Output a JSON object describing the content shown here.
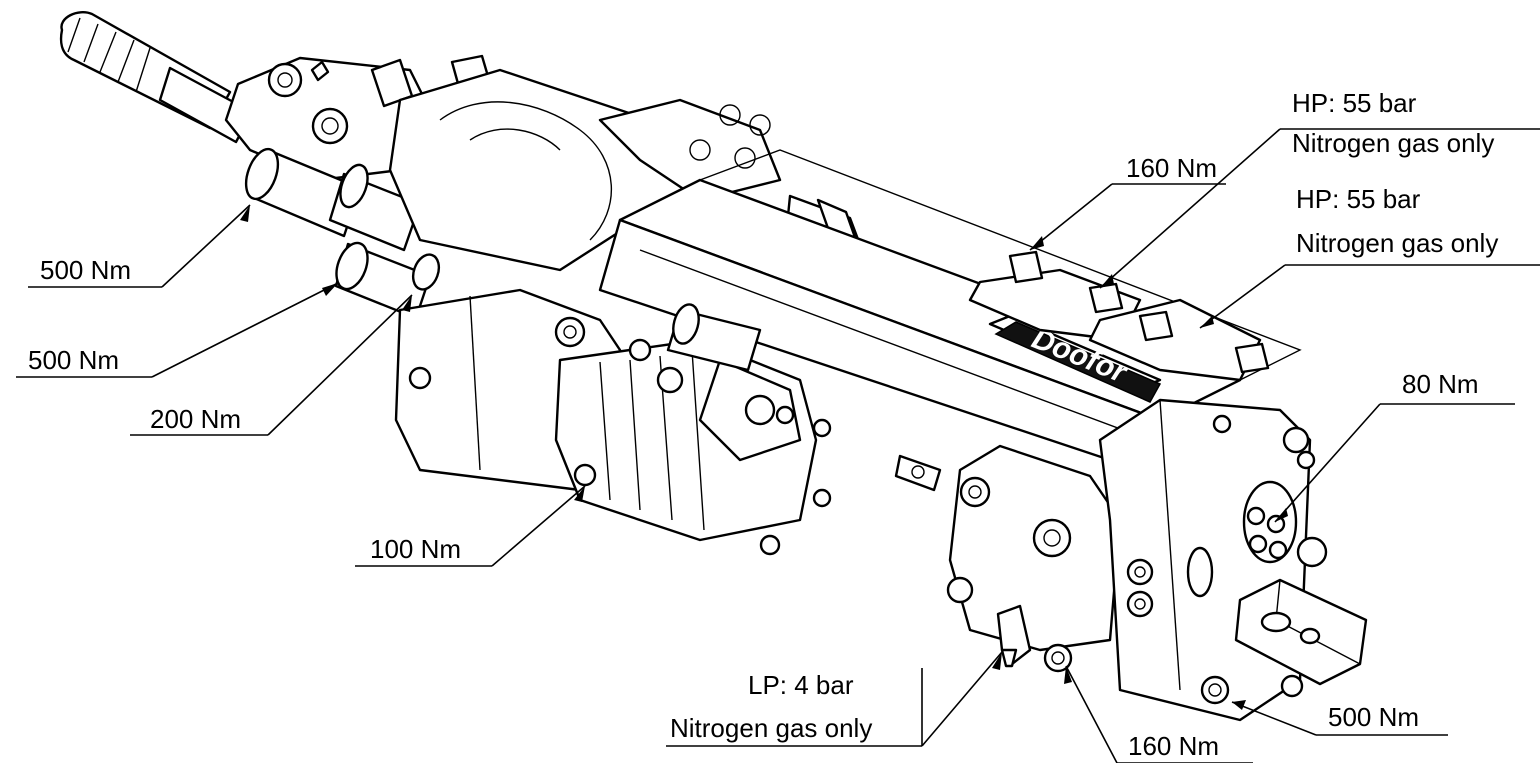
{
  "brand": {
    "logo_text": "Doofor"
  },
  "callouts": {
    "hp_pressure_1": "HP: 55 bar",
    "hp_gas_1": "Nitrogen gas only",
    "hp_pressure_2": "HP: 55 bar",
    "hp_gas_2": "Nitrogen gas only",
    "torque_160_top": "160 Nm",
    "torque_500_upper_left": "500 Nm",
    "torque_500_lower_left": "500 Nm",
    "torque_200_left": "200 Nm",
    "torque_100_bottom": "100 Nm",
    "torque_80_right": "80 Nm",
    "lp_pressure": "LP: 4 bar",
    "lp_gas": "Nitrogen gas only",
    "torque_160_bottom": "160 Nm",
    "torque_500_bottom_right": "500 Nm"
  }
}
